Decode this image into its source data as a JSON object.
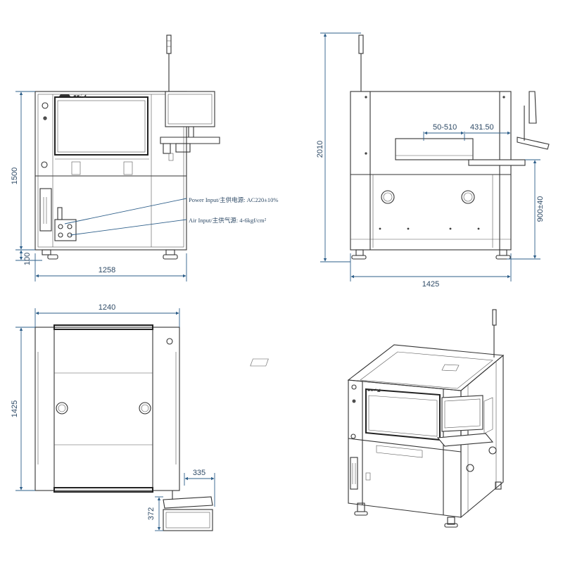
{
  "dimensions": {
    "front_width": "1258",
    "front_height": "1500",
    "foot_height": "100",
    "side_width": "1425",
    "side_height": "2010",
    "rail_width_range": "50-510",
    "rail_offset": "431.50",
    "conveyor_height": "900±40",
    "top_width": "1240",
    "top_depth": "1425",
    "monitor_width": "335",
    "monitor_depth": "372"
  },
  "notes": {
    "power_input": "Power Input/主供电源: AC220±10%",
    "air_input": "Air Input/主供气源: 4-6kgf/cm²"
  },
  "colors": {
    "line": "#333333",
    "dimension": "#2e5f8a",
    "background": "#ffffff"
  }
}
